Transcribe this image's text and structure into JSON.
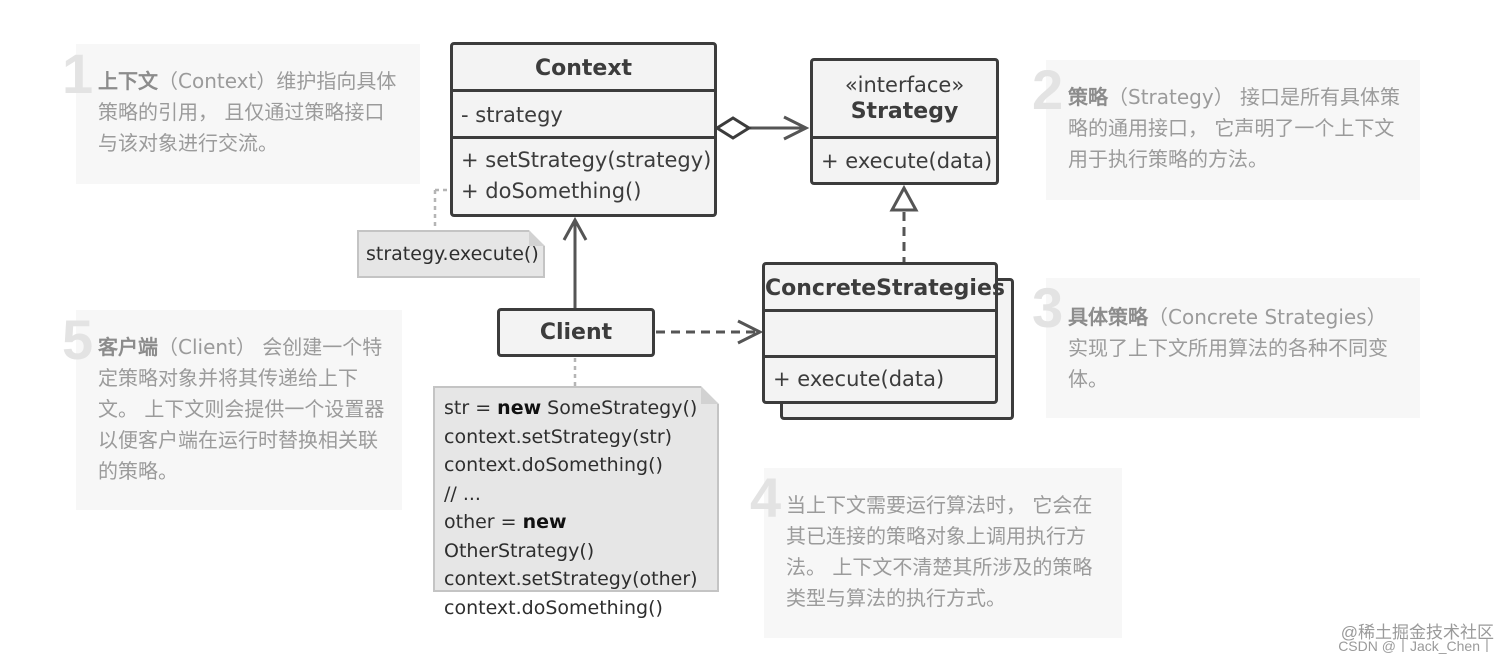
{
  "notes": [
    {
      "num": "1",
      "bold": "上下文",
      "text": "（Context）维护指向具体策略的引用， 且仅通过策略接口与该对象进行交流。"
    },
    {
      "num": "2",
      "bold": "策略",
      "text": "（Strategy） 接口是所有具体策略的通用接口， 它声明了一个上下文用于执行策略的方法。"
    },
    {
      "num": "3",
      "bold": "具体策略",
      "text": "（Concrete Strategies） 实现了上下文所用算法的各种不同变体。"
    },
    {
      "num": "4",
      "bold": "",
      "text": "当上下文需要运行算法时， 它会在其已连接的策略对象上调用执行方法。 上下文不清楚其所涉及的策略类型与算法的执行方式。"
    },
    {
      "num": "5",
      "bold": "客户端",
      "text": "（Client） 会创建一个特定策略对象并将其传递给上下文。 上下文则会提供一个设置器以便客户端在运行时替换相关联的策略。"
    }
  ],
  "context_class": {
    "name": "Context",
    "field": "- strategy",
    "methods": [
      "+ setStrategy(strategy)",
      "+ doSomething()"
    ]
  },
  "strategy_interface": {
    "stereotype": "«interface»",
    "name": "Strategy",
    "methods": [
      "+ execute(data)"
    ]
  },
  "concrete_strategies": {
    "name": "ConcreteStrategies",
    "methods": [
      "+ execute(data)"
    ]
  },
  "client": {
    "name": "Client"
  },
  "context_note": "strategy.execute()",
  "client_code": {
    "lines": [
      {
        "kw": "",
        "pre": "str = ",
        "bold": "new",
        "post": " SomeStrategy()"
      },
      {
        "kw": "",
        "pre": "context.setStrategy(str)",
        "bold": "",
        "post": ""
      },
      {
        "kw": "",
        "pre": "context.doSomething()",
        "bold": "",
        "post": ""
      },
      {
        "kw": "",
        "pre": "// ...",
        "bold": "",
        "post": ""
      },
      {
        "kw": "",
        "pre": "other = ",
        "bold": "new",
        "post": " OtherStrategy()"
      },
      {
        "kw": "",
        "pre": "context.setStrategy(other)",
        "bold": "",
        "post": ""
      },
      {
        "kw": "",
        "pre": "context.doSomething()",
        "bold": "",
        "post": ""
      }
    ]
  },
  "watermark": {
    "line1": "@稀土掘金技术社区",
    "line2": "CSDN @丨Jack_Chen丨"
  }
}
